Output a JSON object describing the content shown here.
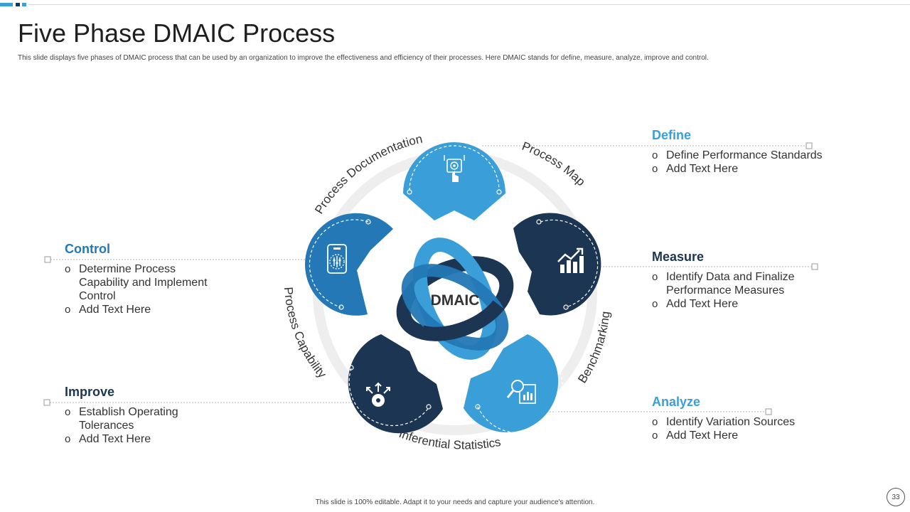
{
  "title": "Five Phase DMAIC Process",
  "subtitle": "This slide displays five phases of DMAIC process that can be used by an organization to improve the effectiveness and efficiency of their processes. Here DMAIC stands for define, measure, analyze, improve and control.",
  "footer": "This slide is 100% editable. Adapt it to your needs and capture your audience's attention.",
  "page_number": "33",
  "center_label": "DMAIC",
  "ring_labels": {
    "top_left": "Process Documentation",
    "top_right": "Process Map",
    "right": "Benchmarking",
    "bottom": "Inferential Statistics",
    "left": "Process Capability"
  },
  "phases": {
    "define": {
      "heading": "Define",
      "items": [
        "Define Performance Standards",
        "Add Text Here"
      ],
      "icon": "touch-target-icon",
      "color": "#3a9fd8"
    },
    "measure": {
      "heading": "Measure",
      "items": [
        "Identify Data and Finalize Performance Measures",
        "Add Text Here"
      ],
      "icon": "growth-chart-icon",
      "color": "#1b3552"
    },
    "analyze": {
      "heading": "Analyze",
      "items": [
        "Identify Variation Sources",
        "Add Text Here"
      ],
      "icon": "magnifier-report-icon",
      "color": "#3a9fd8"
    },
    "improve": {
      "heading": "Improve",
      "items": [
        "Establish Operating Tolerances",
        "Add Text Here"
      ],
      "icon": "gear-arrows-icon",
      "color": "#1b3552"
    },
    "control": {
      "heading": "Control",
      "items": [
        "Determine Process Capability and Implement Control",
        "Add Text Here"
      ],
      "icon": "control-panel-icon",
      "color": "#2378b5"
    }
  },
  "colors": {
    "light_blue": "#3a9fd8",
    "navy": "#1b3552",
    "mid_blue": "#2378b5",
    "ring": "#eeeeee"
  }
}
